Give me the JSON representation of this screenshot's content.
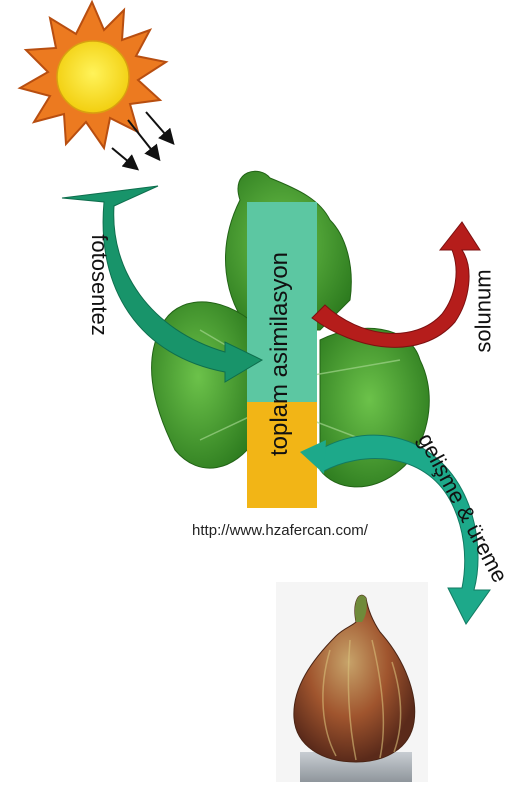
{
  "labels": {
    "photosynthesis": "fotosentez",
    "total_assimilation": "toplam asimilasyon",
    "respiration": "solunum",
    "growth_reproduction": "gelişme & üreme",
    "url": "http://www.hzafercan.com/"
  },
  "colors": {
    "sun_rays": "#e8761c",
    "sun_core": "#f8e018",
    "assimilation_bar": "#5cc7a2",
    "reserve_bar": "#f2b516",
    "photosynthesis_arrow": "#18946a",
    "respiration_arrow": "#b51d1b",
    "growth_arrow": "#1da98a",
    "leaf": "#3f9a2a",
    "fig": "#8e4a2a"
  }
}
